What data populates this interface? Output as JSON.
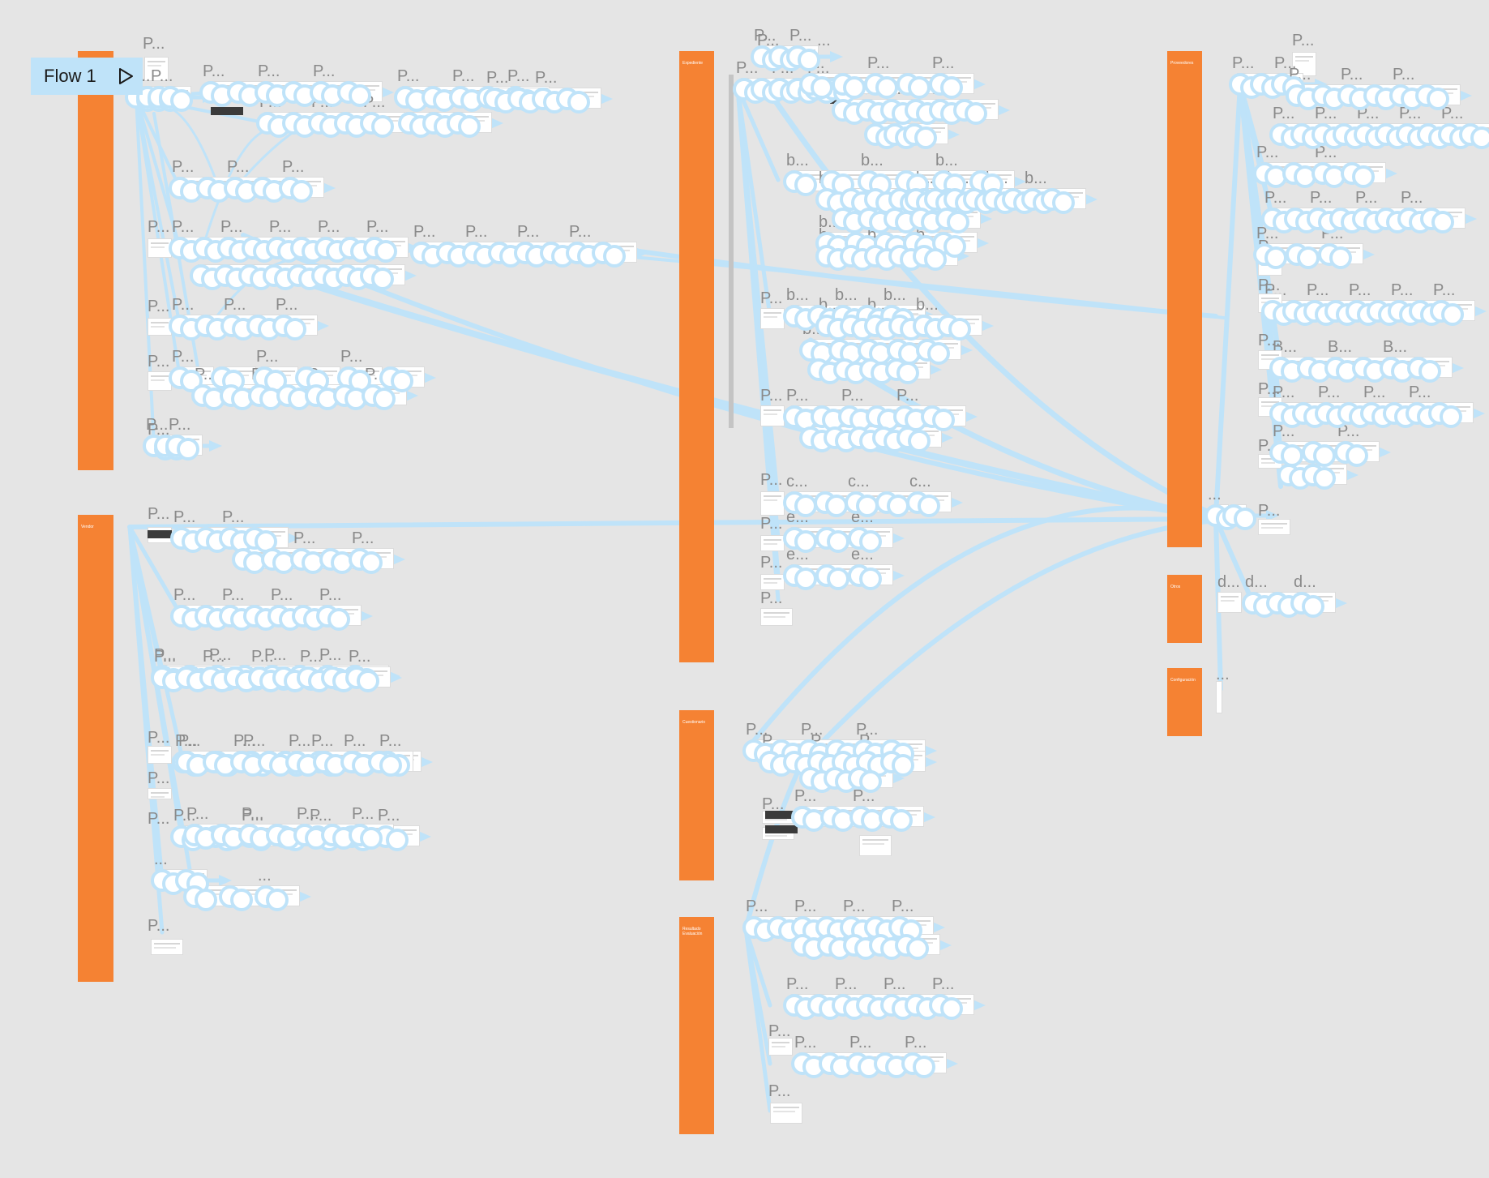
{
  "flow": {
    "label": "Flow 1",
    "play_icon": "play-triangle-icon"
  },
  "colors": {
    "canvas": "#e5e5e5",
    "section": "#f58233",
    "connector": "#bfe3f9",
    "node_fill": "#ffffff",
    "frame_title": "#8a8a8a"
  },
  "sections": [
    {
      "id": "s1",
      "label": ""
    },
    {
      "id": "s2",
      "label": "Vendor"
    },
    {
      "id": "s3",
      "label": "Expediente"
    },
    {
      "id": "s4",
      "label": "Cuestionario"
    },
    {
      "id": "s5",
      "label": "Resultado Evaluación"
    },
    {
      "id": "s6",
      "label": "Proveedores"
    },
    {
      "id": "s7",
      "label": "Otros"
    },
    {
      "id": "s8",
      "label": "Configuración"
    }
  ],
  "frame_titles": {
    "p": "P...",
    "b": "b...",
    "bb": "B...",
    "c": "c...",
    "e": "e...",
    "d": "d...",
    "dots": "..."
  }
}
